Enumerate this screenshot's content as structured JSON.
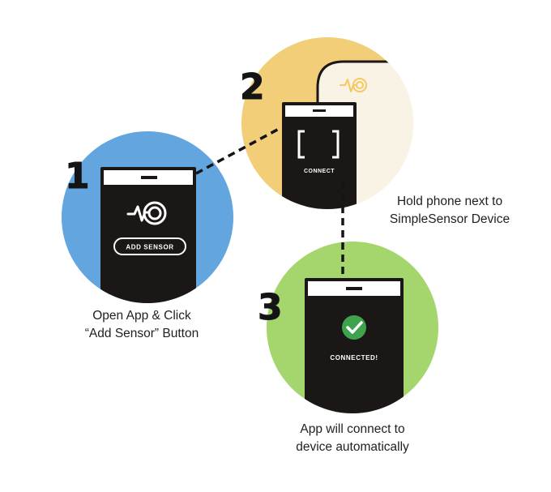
{
  "steps": [
    {
      "number": "1",
      "circle_color": "#63a6df",
      "button_label": "ADD SENSOR",
      "caption_lines": [
        "Open App & Click",
        "“Add Sensor” Button"
      ]
    },
    {
      "number": "2",
      "circle_color": "#f2ce78",
      "screen_label": "CONNECT",
      "caption_lines": [
        "Hold phone next to",
        "SimpleSensor Device"
      ]
    },
    {
      "number": "3",
      "circle_color": "#a4d66d",
      "status_label": "CONNECTED!",
      "caption_lines": [
        "App will connect to",
        "device automatically"
      ]
    }
  ],
  "colors": {
    "phone": "#1b1716",
    "device": "#f8f3e4",
    "sensor_icon": "#f4c95d",
    "check": "#3fa34d"
  }
}
